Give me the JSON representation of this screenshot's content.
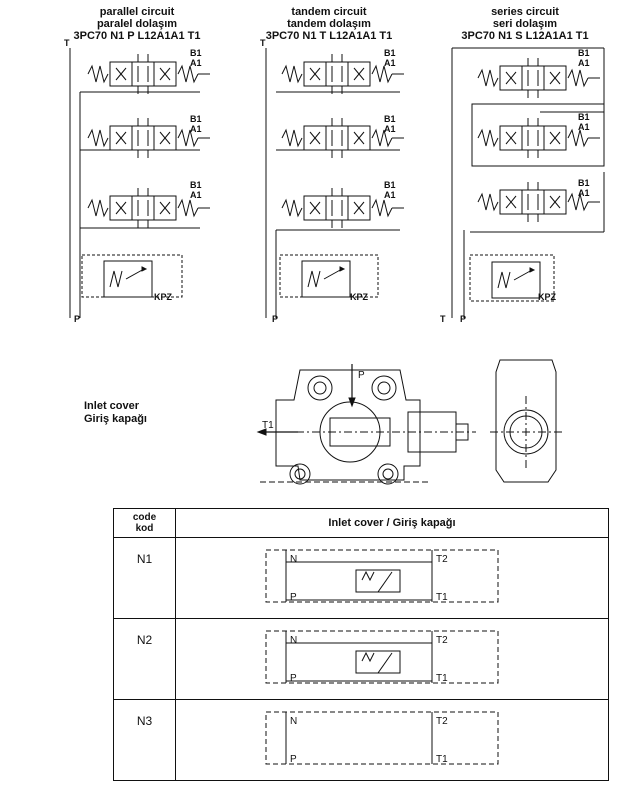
{
  "headers": {
    "parallel": {
      "en": "parallel circuit",
      "tr": "paralel dolaşım",
      "code": "3PC70 N1 P L12A1A1 T1"
    },
    "tandem": {
      "en": "tandem circuit",
      "tr": "tandem dolaşım",
      "code": "3PC70 N1 T L12A1A1 T1"
    },
    "series": {
      "en": "series circuit",
      "tr": "seri dolaşım",
      "code": "3PC70 N1 S L12A1A1 T1"
    }
  },
  "port_labels": {
    "b1": "B1",
    "a1": "A1",
    "t": "T",
    "p": "P",
    "kpz": "KPZ",
    "t1": "T1",
    "t2": "T2",
    "n": "N"
  },
  "inlet_cover": {
    "en": "Inlet cover",
    "tr": "Giriş kapağı"
  },
  "drawing_labels": {
    "p": "P",
    "t1": "T1"
  },
  "table": {
    "code_header_en": "code",
    "code_header_tr": "kod",
    "title": "Inlet cover  / Giriş kapağı",
    "rows": [
      {
        "code": "N1"
      },
      {
        "code": "N2"
      },
      {
        "code": "N3"
      }
    ]
  }
}
